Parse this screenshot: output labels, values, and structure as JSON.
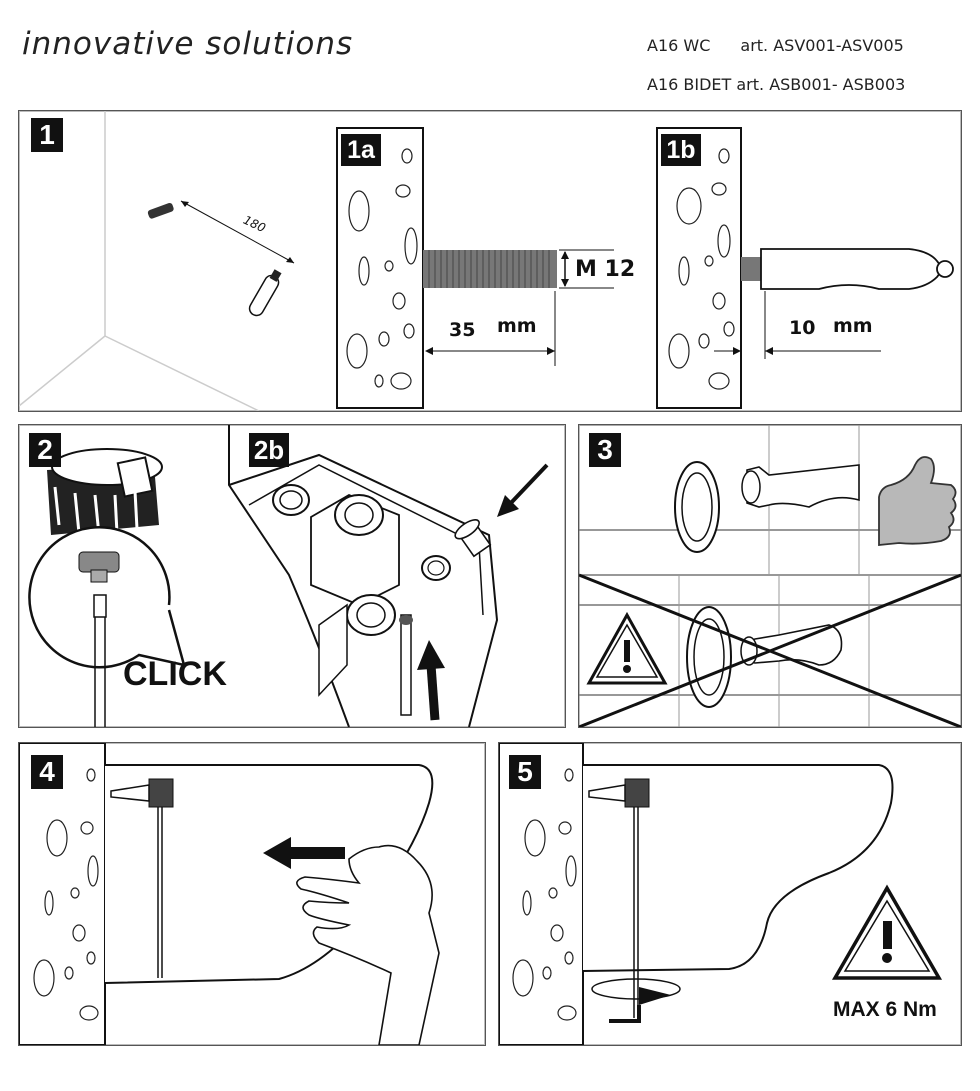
{
  "header": {
    "brand": "innovative solutions",
    "line1_product": "A16 WC",
    "line1_art": "art. ASV001-ASV005",
    "line2": "A16 BIDET art. ASB001- ASB003"
  },
  "panel1": {
    "step": "1",
    "distance_label": "180",
    "sub_a": {
      "label": "1a",
      "thread": "M 12",
      "depth_value": "35",
      "depth_unit": "mm"
    },
    "sub_b": {
      "label": "1b",
      "gap_value": "10",
      "gap_unit": "mm"
    }
  },
  "panel2": {
    "step": "2",
    "click_text": "CLICK",
    "sub_b": "2b"
  },
  "panel3": {
    "step": "3",
    "icons": [
      "thumbs-up-icon",
      "warning-icon"
    ]
  },
  "panel4": {
    "step": "4",
    "icons": [
      "arrow-left-icon",
      "hand-icon"
    ]
  },
  "panel5": {
    "step": "5",
    "torque_text": "MAX 6 Nm",
    "icons": [
      "warning-icon",
      "rotate-icon"
    ]
  },
  "colors": {
    "frame": "#555555",
    "ink": "#111111",
    "stepbg": "#111111",
    "thumb": "#b8b8b8"
  }
}
